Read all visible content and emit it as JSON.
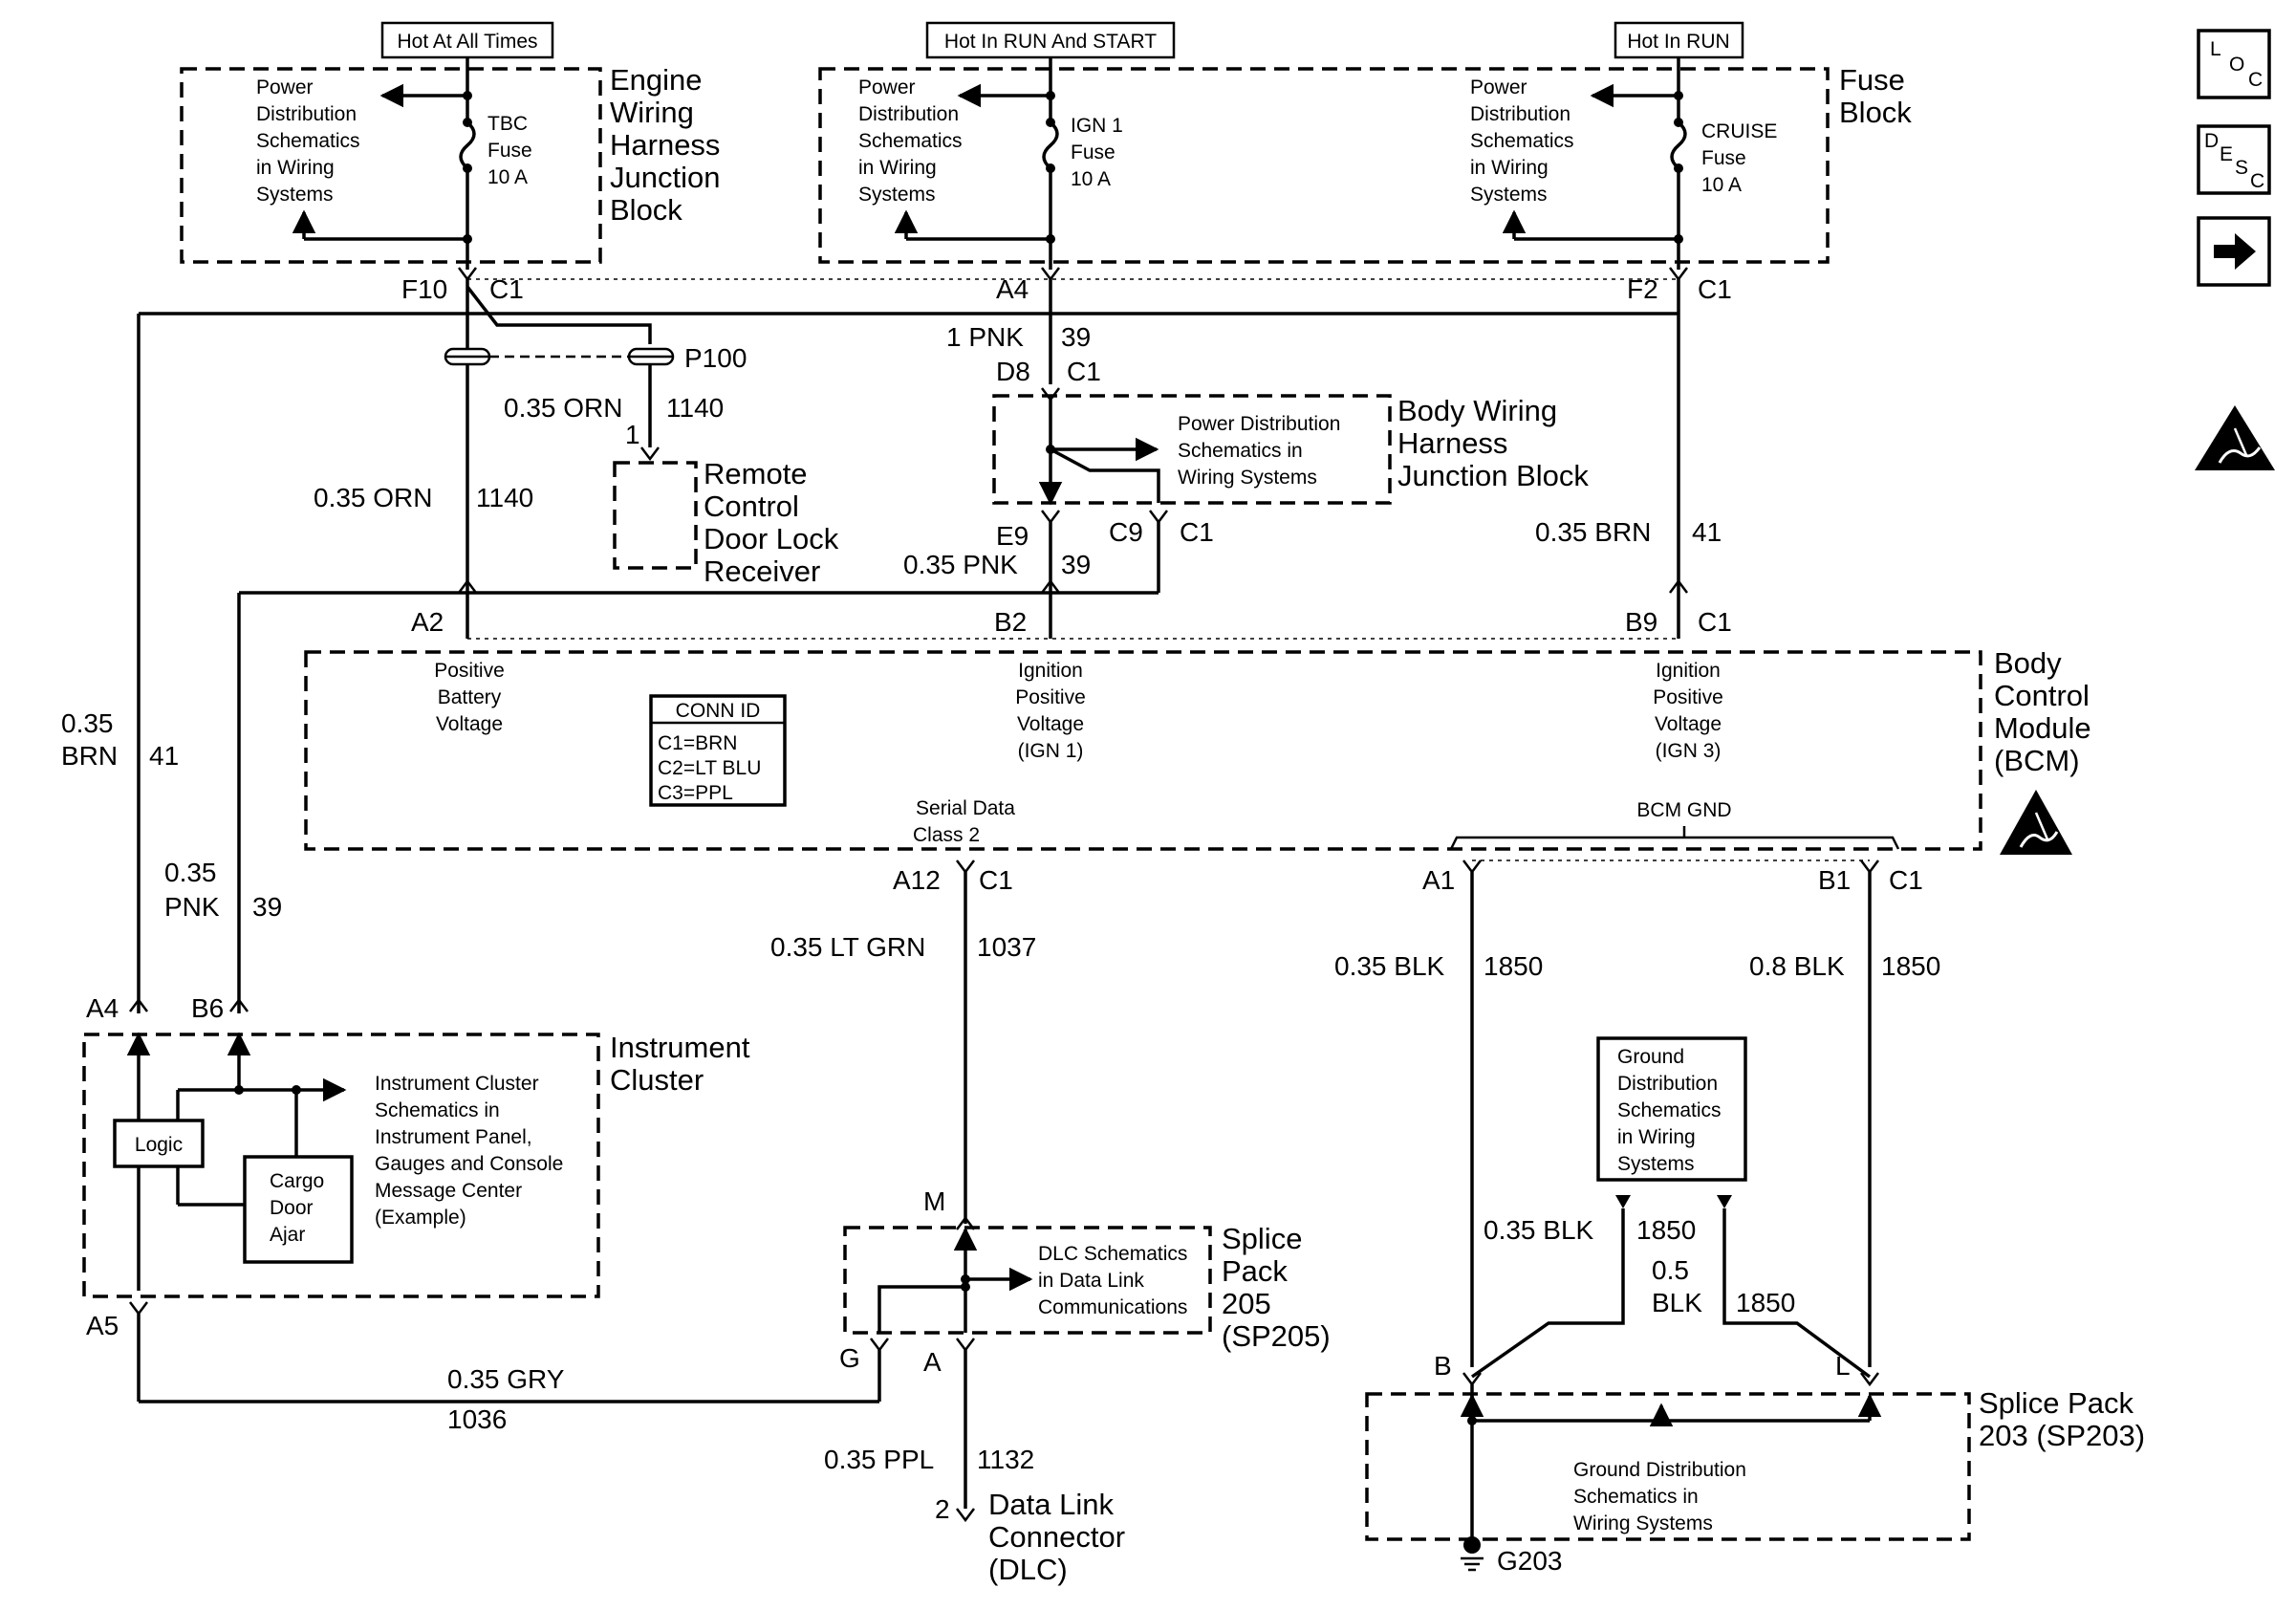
{
  "sources": {
    "hot_all": "Hot At All Times",
    "hot_run_start": "Hot In RUN And START",
    "hot_run": "Hot In RUN"
  },
  "power_dist": [
    "Power",
    "Distribution",
    "Schematics",
    "in Wiring",
    "Systems"
  ],
  "fuses": {
    "tbc": [
      "TBC",
      "Fuse",
      "10 A"
    ],
    "ign1": [
      "IGN 1",
      "Fuse",
      "10 A"
    ],
    "cruise": [
      "CRUISE",
      "Fuse",
      "10 A"
    ]
  },
  "blocks": {
    "engine_jb": [
      "Engine",
      "Wiring",
      "Harness",
      "Junction",
      "Block"
    ],
    "fuse_block": [
      "Fuse",
      "Block"
    ],
    "body_jb": [
      "Body Wiring",
      "Harness",
      "Junction Block"
    ],
    "body_jb_inner": [
      "Power Distribution",
      "Schematics in",
      "Wiring Systems"
    ],
    "rcdl": [
      "Remote",
      "Control",
      "Door Lock",
      "Receiver"
    ],
    "bcm": [
      "Body",
      "Control",
      "Module",
      "(BCM)"
    ],
    "bcm_inputs": {
      "batt": [
        "Positive",
        "Battery",
        "Voltage"
      ],
      "ign1": [
        "Ignition",
        "Positive",
        "Voltage",
        "(IGN 1)"
      ],
      "ign3": [
        "Ignition",
        "Positive",
        "Voltage",
        "(IGN 3)"
      ],
      "serial": [
        "Serial Data",
        "Class 2"
      ],
      "gnd": "BCM GND"
    },
    "conn_id": [
      "CONN ID",
      "C1=BRN",
      "C2=LT BLU",
      "C3=PPL"
    ],
    "ipc": [
      "Instrument",
      "Cluster"
    ],
    "ipc_logic": "Logic",
    "ipc_cargo": [
      "Cargo",
      "Door",
      "Ajar"
    ],
    "ipc_note": [
      "Instrument Cluster",
      "Schematics in",
      "Instrument Panel,",
      "Gauges and Console",
      "Message Center",
      "(Example)"
    ],
    "sp205": [
      "Splice",
      "Pack",
      "205",
      "(SP205)"
    ],
    "sp205_note": [
      "DLC Schematics",
      "in Data Link",
      "Communications"
    ],
    "dlc": [
      "Data Link",
      "Connector",
      "(DLC)"
    ],
    "gnd_dist_box": [
      "Ground",
      "Distribution",
      "Schematics",
      "in Wiring",
      "Systems"
    ],
    "sp203": [
      "Splice Pack",
      "203 (SP203)"
    ],
    "sp203_note": [
      "Ground Distribution",
      "Schematics in",
      "Wiring Systems"
    ],
    "ground": "G203"
  },
  "pins": {
    "f10": "F10",
    "c1": "C1",
    "a4": "A4",
    "f2": "F2",
    "d8": "D8",
    "e9": "E9",
    "c9": "C9",
    "p100": "P100",
    "p100_1": "1",
    "a2": "A2",
    "b2": "B2",
    "b9": "B9",
    "a12": "A12",
    "a1": "A1",
    "b1": "B1",
    "ipc_a4": "A4",
    "ipc_b6": "B6",
    "ipc_a5": "A5",
    "m": "M",
    "g": "G",
    "a": "A",
    "dlc2": "2",
    "b": "B",
    "l": "L"
  },
  "wires": {
    "pnk39_top": [
      "1 PNK",
      "39"
    ],
    "orn1140_a": [
      "0.35 ORN",
      "1140"
    ],
    "orn1140_b": [
      "0.35 ORN",
      "1140"
    ],
    "pnk39_mid": [
      "0.35 PNK",
      "39"
    ],
    "brn41_r": [
      "0.35 BRN",
      "41"
    ],
    "brn41_l": [
      "0.35",
      "BRN",
      "41"
    ],
    "pnk39_l": [
      "0.35",
      "PNK",
      "39"
    ],
    "ltgrn1037": [
      "0.35 LT GRN",
      "1037"
    ],
    "blk1850_a": [
      "0.35 BLK",
      "1850"
    ],
    "blk1850_b": [
      "0.8 BLK",
      "1850"
    ],
    "blk1850_c": [
      "0.35 BLK",
      "1850"
    ],
    "blk1850_d": [
      "0.5",
      "BLK",
      "1850"
    ],
    "gry1036": [
      "0.35 GRY",
      "1036"
    ],
    "ppl1132": [
      "0.35 PPL",
      "1132"
    ]
  },
  "side_icons": {
    "loc": [
      "L",
      "O",
      "C"
    ],
    "desc": [
      "D",
      "E",
      "S",
      "C"
    ],
    "next": "→"
  },
  "icon_names": [
    "loc-icon",
    "desc-icon",
    "next-page-arrow-icon",
    "esd-sensitive-icon",
    "fuse-icon",
    "ground-icon"
  ]
}
